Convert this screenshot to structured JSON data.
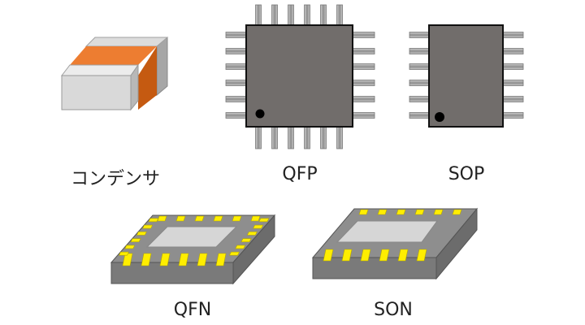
{
  "labels": {
    "capacitor": "コンデンサ",
    "qfp": "QFP",
    "sop": "SOP",
    "qfn": "QFN",
    "son": "SON"
  },
  "colors": {
    "chip_body": "#716d6b",
    "pin_gray": "#9c9c9c",
    "pad_yellow": "#ffee00",
    "electrode_light": "#d9d9d9",
    "capacitor_orange": "#ed7d31",
    "capacitor_orange_dark": "#c55a11",
    "package_top": "#8e8e8e",
    "package_side": "#6c6c6c",
    "package_front": "#7a7a7a",
    "die_pad": "#d6d6d6"
  }
}
